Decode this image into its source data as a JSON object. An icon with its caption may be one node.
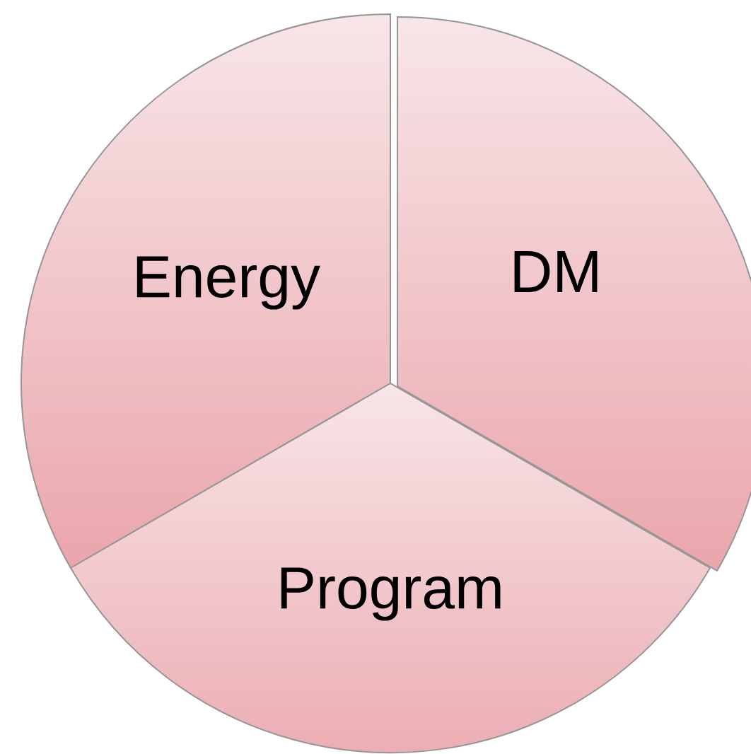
{
  "diagram": {
    "nodes": [
      {
        "text": [
          "Energy"
        ]
      },
      {
        "text": [
          "DM"
        ]
      },
      {
        "text": [
          "Program"
        ]
      }
    ]
  }
}
